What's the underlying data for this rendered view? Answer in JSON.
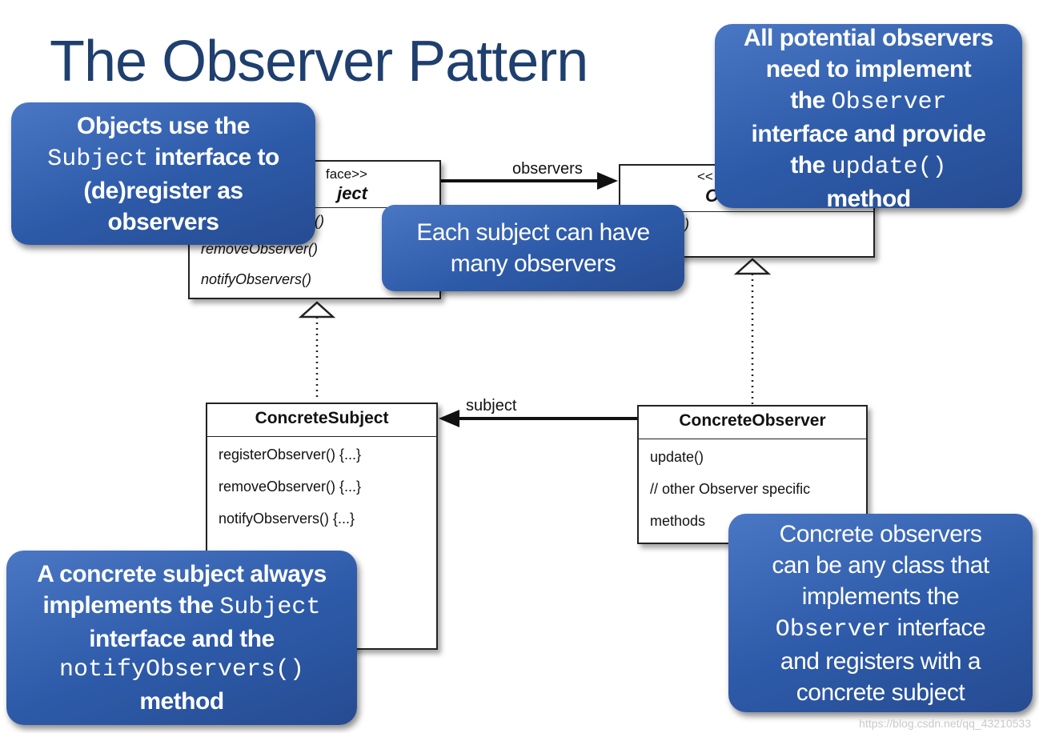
{
  "title": "The Observer Pattern",
  "subject_box": {
    "stereotype_visible": "face>>",
    "name_visible": "ject",
    "method_visible_1": "r()",
    "method_2": "removeObserver()",
    "method_3": "notifyObservers()"
  },
  "observer_box": {
    "stereotype_visible": "<<",
    "name_visible": "Ob",
    "method_visible": ")"
  },
  "concrete_subject": {
    "name": "ConcreteSubject",
    "methods": [
      "registerObserver() {...}",
      "removeObserver() {...}",
      "notifyObservers() {...}"
    ]
  },
  "concrete_observer": {
    "name": "ConcreteObserver",
    "methods": [
      "update()",
      "// other Observer specific",
      "methods"
    ]
  },
  "edges": {
    "observers_label": "observers",
    "subject_label": "subject"
  },
  "callouts": {
    "objects_use": {
      "line1": "Objects use the",
      "code": "Subject",
      "line2_rest": " interface to",
      "line3": "(de)register as",
      "line4": "observers"
    },
    "all_potential": {
      "line1": "All potential observers",
      "line2": "need to implement",
      "line3_pre": "the ",
      "line3_code": "Observer",
      "line4": "interface and provide",
      "line5_pre": "the ",
      "line5_code": "update()",
      "line6": "method"
    },
    "each_subject": {
      "line1": "Each subject can have",
      "line2": "many observers"
    },
    "concrete_subject_note": {
      "line1": "A concrete subject always",
      "line2_pre": "implements the ",
      "line2_code": "Subject",
      "line3": "interface and the",
      "line4_code": "notifyObservers()",
      "line5": "method"
    },
    "concrete_observers_note": {
      "line1": "Concrete observers",
      "line2": "can be any class that",
      "line3": "implements the",
      "line4_code": "Observer",
      "line4_rest": " interface",
      "line5": "and registers with a",
      "line6": "concrete subject"
    }
  },
  "watermark": "https://blog.csdn.net/qq_43210533"
}
